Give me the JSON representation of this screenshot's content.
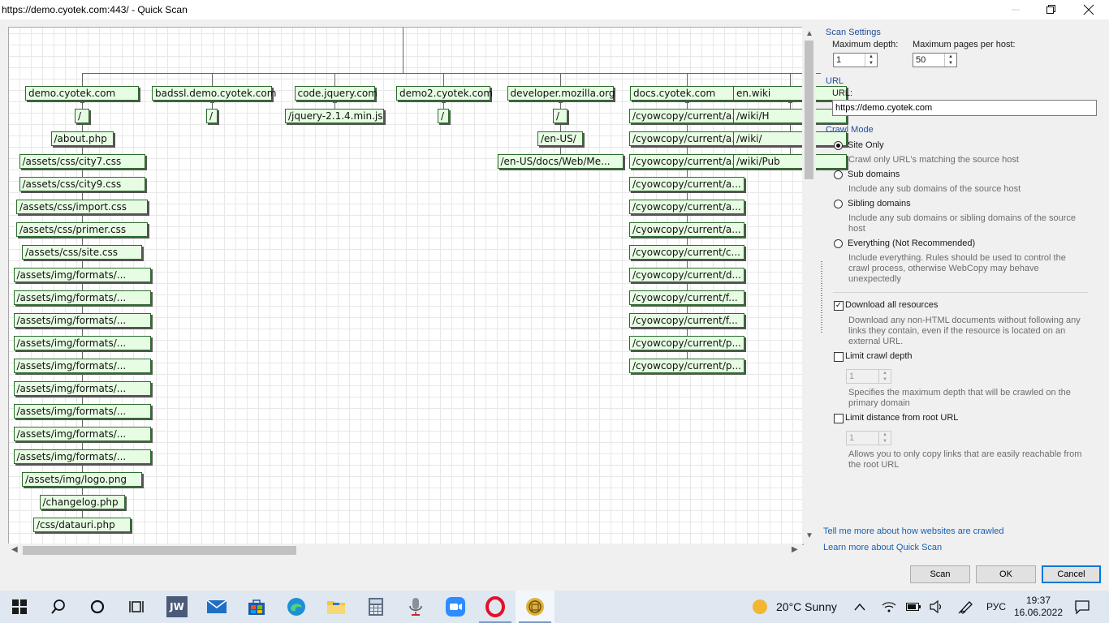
{
  "window": {
    "title": "https://demo.cyotek.com:443/ - Quick Scan"
  },
  "diagram": {
    "hosts": [
      {
        "label": "demo.cyotek.com",
        "children": [
          "/",
          "/about.php",
          "/assets/css/city7.css",
          "/assets/css/city9.css",
          "/assets/css/import.css",
          "/assets/css/primer.css",
          "/assets/css/site.css",
          "/assets/img/formats/...",
          "/assets/img/formats/...",
          "/assets/img/formats/...",
          "/assets/img/formats/...",
          "/assets/img/formats/...",
          "/assets/img/formats/...",
          "/assets/img/formats/...",
          "/assets/img/formats/...",
          "/assets/img/formats/...",
          "/assets/img/logo.png",
          "/changelog.php",
          "/css/datauri.php"
        ]
      },
      {
        "label": "badssl.demo.cyotek.com",
        "children": [
          "/"
        ]
      },
      {
        "label": "code.jquery.com",
        "children": [
          "/jquery-2.1.4.min.js"
        ]
      },
      {
        "label": "demo2.cyotek.com",
        "children": [
          "/"
        ]
      },
      {
        "label": "developer.mozilla.org",
        "children": [
          "/",
          "/en-US/",
          "/en-US/docs/Web/Me..."
        ]
      },
      {
        "label": "docs.cyotek.com",
        "children": [
          "/cyowcopy/current/a...",
          "/cyowcopy/current/a...",
          "/cyowcopy/current/a...",
          "/cyowcopy/current/a...",
          "/cyowcopy/current/a...",
          "/cyowcopy/current/a...",
          "/cyowcopy/current/c...",
          "/cyowcopy/current/d...",
          "/cyowcopy/current/f...",
          "/cyowcopy/current/f...",
          "/cyowcopy/current/p...",
          "/cyowcopy/current/p..."
        ]
      },
      {
        "label": "en.wiki",
        "children": [
          "/wiki/H",
          "/wiki/",
          "/wiki/Pub"
        ]
      }
    ]
  },
  "settings": {
    "scan_settings_label": "Scan Settings",
    "max_depth_label": "Maximum depth:",
    "max_depth_value": "1",
    "max_pages_label": "Maximum pages per host:",
    "max_pages_value": "50",
    "url_group_label": "URL",
    "url_label": "URL:",
    "url_value": "https://demo.cyotek.com",
    "crawl_mode_label": "Crawl Mode",
    "modes": [
      {
        "label": "Site Only",
        "desc": "Crawl only URL's matching the source host",
        "selected": true
      },
      {
        "label": "Sub domains",
        "desc": "Include any sub domains of the source host",
        "selected": false
      },
      {
        "label": "Sibling domains",
        "desc": "Include any sub domains or sibling domains of the source host",
        "selected": false
      },
      {
        "label": "Everything (Not Recommended)",
        "desc": "Include everything. Rules should be used to control the crawl process, otherwise WebCopy may behave unexpectedly",
        "selected": false
      }
    ],
    "download_all_label": "Download all resources",
    "download_all_checked": true,
    "download_all_desc": "Download any non-HTML documents without following any links they contain, even if the resource is located on an external URL.",
    "limit_depth_label": "Limit crawl depth",
    "limit_depth_value": "1",
    "limit_depth_desc": "Specifies the maximum depth that will be crawled on the primary domain",
    "limit_distance_label": "Limit distance from root URL",
    "limit_distance_value": "1",
    "limit_distance_desc": "Allows you to only copy links that are easily reachable from the root URL",
    "link_crawl_help": "Tell me more about how websites are crawled",
    "link_quick_scan_help": "Learn more about Quick Scan"
  },
  "buttons": {
    "scan": "Scan",
    "ok": "OK",
    "cancel": "Cancel"
  },
  "taskbar": {
    "jw_label": "JW",
    "weather": "20°C  Sunny",
    "language": "РУС",
    "time": "19:37",
    "date": "16.06.2022"
  },
  "colors": {
    "node_fill": "#e7fde3",
    "node_border": "#2f6b2f",
    "group_label": "#1f4e9a",
    "link": "#1a5fb4",
    "default_button_border": "#0078d7",
    "taskbar": "#dfe7f0"
  }
}
